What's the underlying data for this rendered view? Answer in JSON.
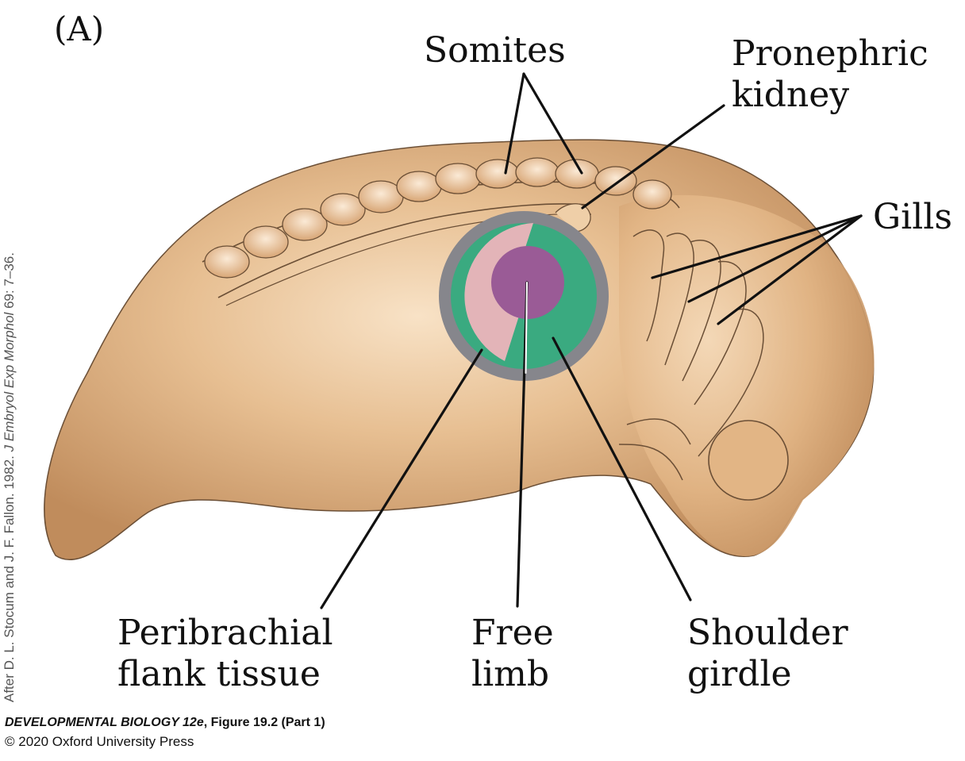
{
  "panel_label": "(A)",
  "labels": {
    "somites": "Somites",
    "pronephric_line1": "Pronephric",
    "pronephric_line2": "kidney",
    "gills": "Gills",
    "peribrachial_line1": "Peribrachial",
    "peribrachial_line2": "flank tissue",
    "free_limb_line1": "Free",
    "free_limb_line2": "limb",
    "shoulder_line1": "Shoulder",
    "shoulder_line2": "girdle"
  },
  "credit": {
    "prefix": "After D. L. Stocum and J. F. Fallon. 1982. ",
    "journal": "J Embryol Exp Morphol",
    "suffix": " 69: 7–36."
  },
  "footer": {
    "book_title": "DEVELOPMENTAL BIOLOGY 12e",
    "figure": ", Figure 19.2 (Part  1)",
    "copyright": "© 2020 Oxford University Press"
  },
  "colors": {
    "body": "#d9a877",
    "body_highlight": "#f6dcbc",
    "body_shadow": "#b9865a",
    "outline": "#5a4330",
    "ring": "#86868c",
    "peribrachial": "#e3b4b8",
    "shoulder_girdle": "#3aaa80",
    "free_limb": "#9a5b96"
  }
}
